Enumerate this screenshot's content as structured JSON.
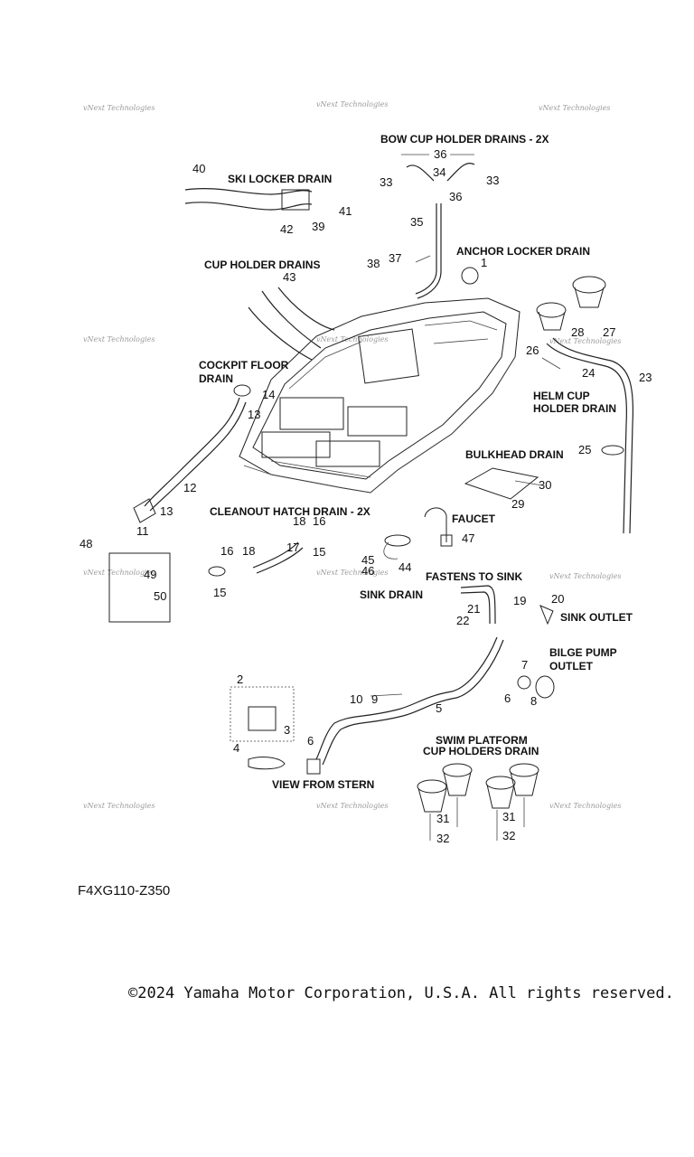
{
  "labels": {
    "bow_cup": "BOW CUP HOLDER DRAINS - 2X",
    "ski_locker": "SKI LOCKER DRAIN",
    "anchor_locker": "ANCHOR LOCKER DRAIN",
    "cup_holder": "CUP HOLDER DRAINS",
    "cockpit_floor_1": "COCKPIT FLOOR",
    "cockpit_floor_2": "DRAIN",
    "helm_cup_1": "HELM CUP",
    "helm_cup_2": "HOLDER DRAIN",
    "bulkhead": "BULKHEAD DRAIN",
    "cleanout": "CLEANOUT HATCH DRAIN - 2X",
    "faucet": "FAUCET",
    "fastens_to_sink": "FASTENS TO SINK",
    "sink_drain": "SINK DRAIN",
    "sink_outlet": "SINK OUTLET",
    "bilge_pump_1": "BILGE PUMP",
    "bilge_pump_2": "OUTLET",
    "swim_platform_1": "SWIM PLATFORM",
    "swim_platform_2": "CUP HOLDERS DRAIN",
    "view_from_stern": "VIEW FROM STERN"
  },
  "callouts": [
    "1",
    "2",
    "3",
    "4",
    "5",
    "6",
    "7",
    "8",
    "9",
    "10",
    "11",
    "12",
    "13",
    "14",
    "15",
    "16",
    "17",
    "18",
    "19",
    "20",
    "21",
    "22",
    "23",
    "24",
    "25",
    "26",
    "27",
    "28",
    "29",
    "30",
    "31",
    "32",
    "33",
    "34",
    "35",
    "36",
    "37",
    "38",
    "39",
    "40",
    "41",
    "42",
    "43",
    "44",
    "45",
    "46",
    "47",
    "48",
    "49",
    "50"
  ],
  "watermark": "vNext Technologies",
  "part_code": "F4XG110-Z350",
  "copyright": "©2024 Yamaha Motor Corporation, U.S.A. All rights reserved."
}
